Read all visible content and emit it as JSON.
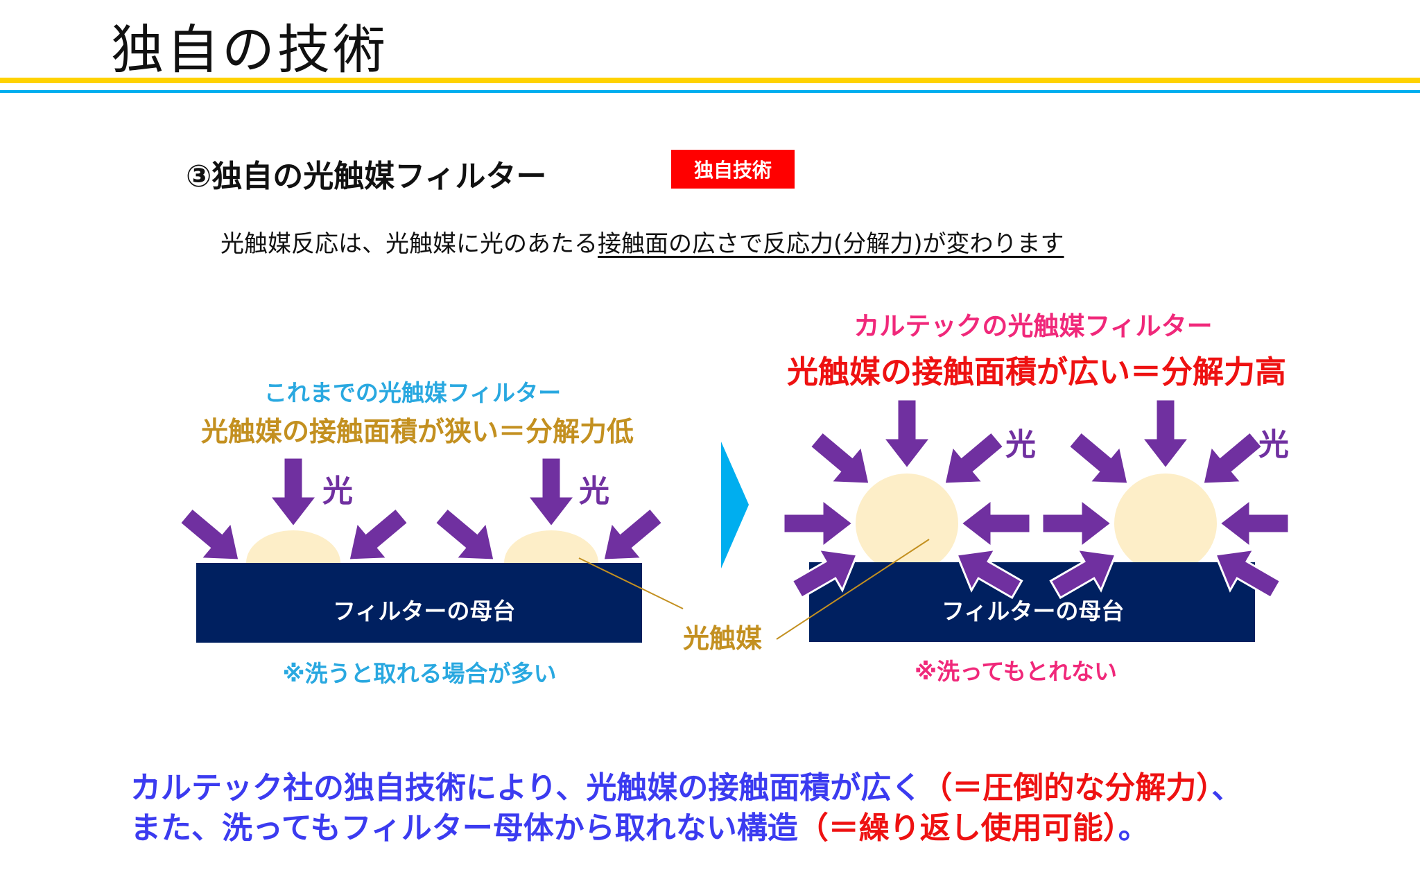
{
  "header": {
    "title": "独自の技術",
    "rule_colors": {
      "top": "#ffd200",
      "bottom": "#00aeef"
    }
  },
  "section": {
    "heading": "③独自の光触媒フィルター",
    "badge": "独自技術",
    "badge_color": "#ff0000",
    "lead_plain": "光触媒反応は、光触媒に光のあたる",
    "lead_underlined": "接触面の広さで反応力(分解力)が変わります"
  },
  "diagram": {
    "left": {
      "caption": "これまでの光触媒フィルター",
      "subcaption": "光触媒の接触面積が狭い＝分解力低",
      "light_label": "光",
      "base_label": "フィルターの母台",
      "note": "※洗うと取れる場合が多い"
    },
    "right": {
      "caption": "カルテックの光触媒フィルター",
      "subcaption": "光触媒の接触面積が広い＝分解力高",
      "light_label": "光",
      "base_label": "フィルターの母台",
      "note": "※洗ってもとれない"
    },
    "catalyst_label": "光触媒",
    "colors": {
      "arrow": "#7030a0",
      "catalyst": "#fdeec8",
      "base": "#002060",
      "chevron": "#00aeef",
      "leader_line": "#c39020"
    }
  },
  "summary": {
    "line1_blue": "カルテック社の独自技術により、光触媒の接触面積が広く",
    "line1_red": "（＝圧倒的な分解力）",
    "line1_end": "、",
    "line2_blue": "また、洗ってもフィルター母体から取れない構造",
    "line2_red": "（＝繰り返し使用可能）",
    "line2_end": "。"
  }
}
